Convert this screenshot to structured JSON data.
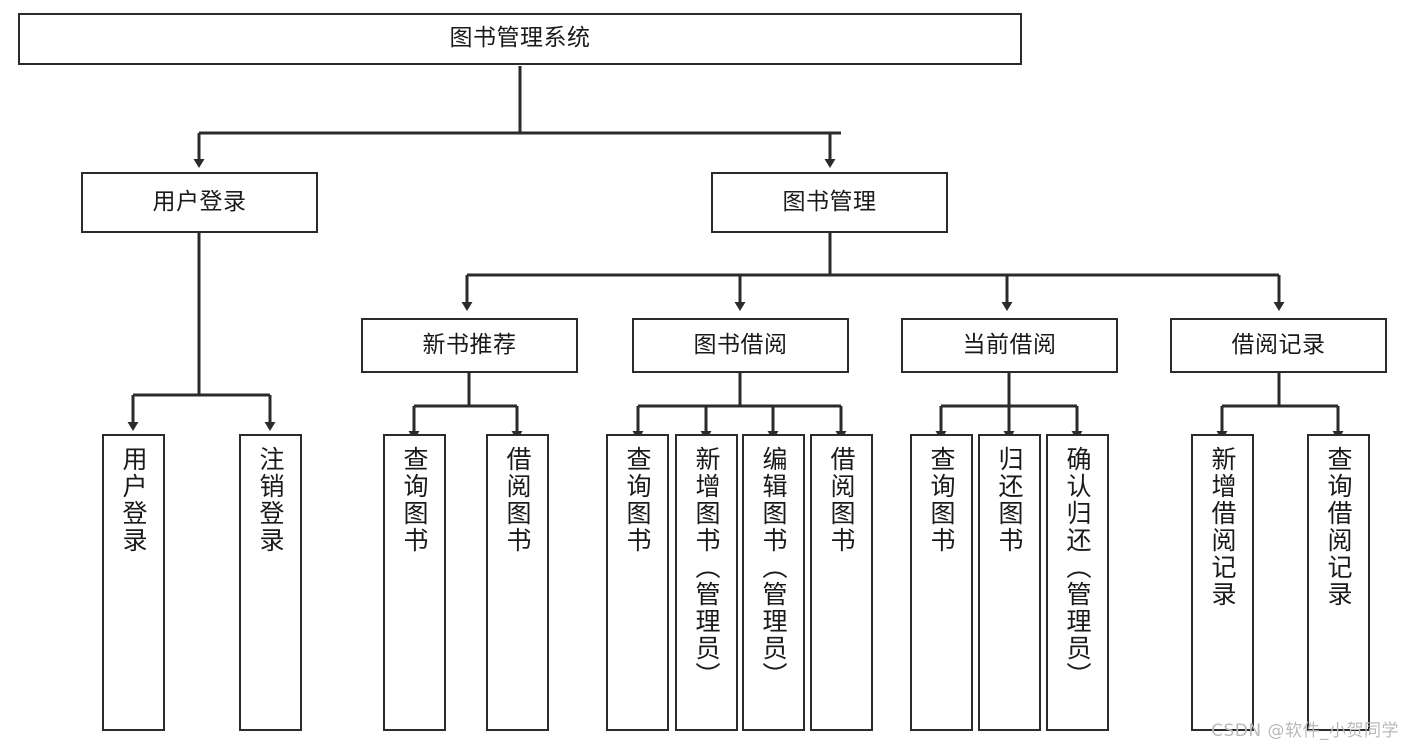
{
  "diagram": {
    "title": "图书管理系统",
    "watermark": "CSDN @软件_小贺同学",
    "stroke_color": "#2b2b2b",
    "background_color": "#ffffff",
    "text_color": "#1a1a1a",
    "watermark_color": "#b9b9b9",
    "levels": {
      "level1": [
        "图书管理系统"
      ],
      "level2": [
        "用户登录",
        "图书管理"
      ],
      "level3": [
        "新书推荐",
        "图书借阅",
        "当前借阅",
        "借阅记录"
      ],
      "level4": [
        "用户登录",
        "注销登录",
        "查询图书",
        "借阅图书",
        "查询图书",
        "新增图书（管理员）",
        "编辑图书（管理员）",
        "借阅图书",
        "查询图书",
        "归还图书",
        "确认归还（管理员）",
        "新增借阅记录",
        "查询借阅记录"
      ]
    },
    "nodes": {
      "root": {
        "label": "图书管理系统"
      },
      "user_login": {
        "label": "用户登录"
      },
      "book_mgmt": {
        "label": "图书管理"
      },
      "new_book_rec": {
        "label": "新书推荐"
      },
      "book_borrow": {
        "label": "图书借阅"
      },
      "current_borrow": {
        "label": "当前借阅"
      },
      "borrow_record": {
        "label": "借阅记录"
      },
      "leaf_user_login": {
        "label": "用户登录"
      },
      "leaf_logout": {
        "label": "注销登录"
      },
      "leaf_query_book_1": {
        "label": "查询图书"
      },
      "leaf_borrow_book_1": {
        "label": "借阅图书"
      },
      "leaf_query_book_2": {
        "label": "查询图书"
      },
      "leaf_add_book": {
        "label": "新增图书（管理员）"
      },
      "leaf_edit_book": {
        "label": "编辑图书（管理员）"
      },
      "leaf_borrow_book_2": {
        "label": "借阅图书"
      },
      "leaf_query_book_3": {
        "label": "查询图书"
      },
      "leaf_return_book": {
        "label": "归还图书"
      },
      "leaf_confirm_return": {
        "label": "确认归还（管理员）"
      },
      "leaf_add_record": {
        "label": "新增借阅记录"
      },
      "leaf_query_record": {
        "label": "查询借阅记录"
      }
    }
  }
}
